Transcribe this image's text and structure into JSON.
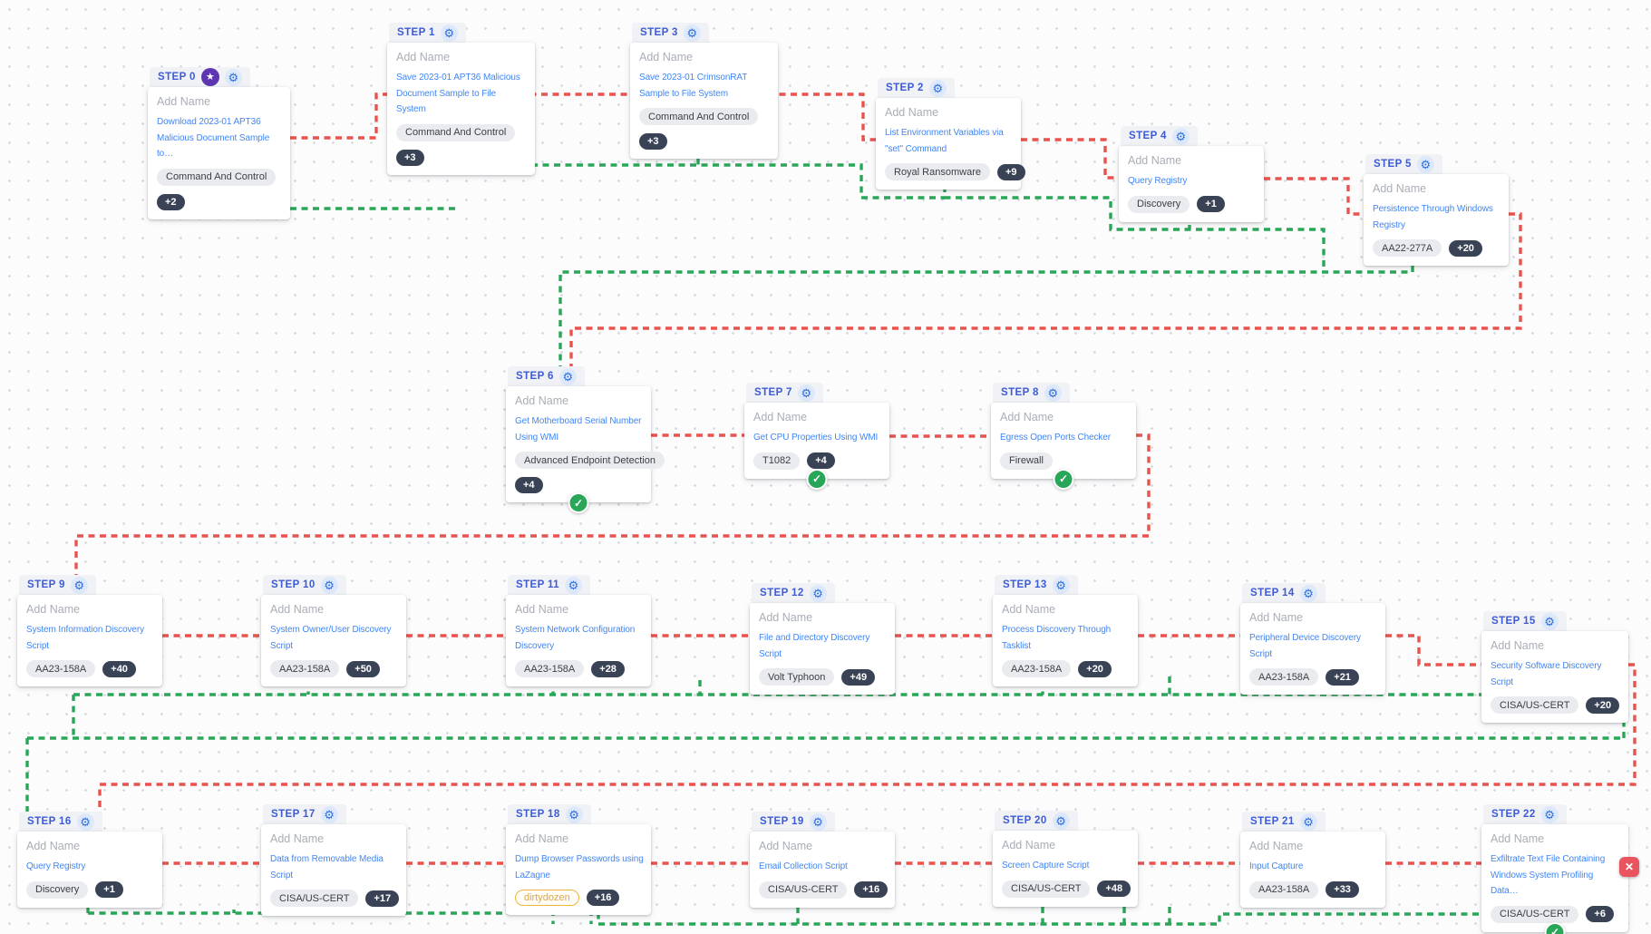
{
  "app": "adversary-emulation-flow-editor",
  "colors": {
    "success_link": "#2aa659",
    "failure_link": "#e8534e",
    "step_label": "#3d5bd7",
    "action_link": "#4186f5",
    "badge_bg": "#3a4356",
    "star_badge": "#5d35b0",
    "warning_tag": "#e0a63c"
  },
  "steps": [
    {
      "label": "STEP 0",
      "name_placeholder": "Add Name",
      "action": "Download 2023-01 APT36 Malicious Document Sample to…",
      "tag": "Command And Control",
      "more_count": "+2"
    },
    {
      "label": "STEP 1",
      "name_placeholder": "Add Name",
      "action": "Save 2023-01 APT36 Malicious Document Sample to File System",
      "tag": "Command And Control",
      "more_count": "+3"
    },
    {
      "label": "STEP 2",
      "name_placeholder": "Add Name",
      "action": "List Environment Variables via \"set\" Command",
      "tag": "Royal Ransomware",
      "more_count": "+9"
    },
    {
      "label": "STEP 3",
      "name_placeholder": "Add Name",
      "action": "Save 2023-01 CrimsonRAT Sample to File System",
      "tag": "Command And Control",
      "more_count": "+3"
    },
    {
      "label": "STEP 4",
      "name_placeholder": "Add Name",
      "action": "Query Registry",
      "tag": "Discovery",
      "more_count": "+1"
    },
    {
      "label": "STEP 5",
      "name_placeholder": "Add Name",
      "action": "Persistence Through Windows Registry",
      "tag": "AA22-277A",
      "more_count": "+20"
    },
    {
      "label": "STEP 6",
      "name_placeholder": "Add Name",
      "action": "Get Motherboard Serial Number Using WMI",
      "tag": "Advanced Endpoint Detection",
      "more_count": "+4"
    },
    {
      "label": "STEP 7",
      "name_placeholder": "Add Name",
      "action": "Get CPU Properties Using WMI",
      "tag": "T1082",
      "more_count": "+4"
    },
    {
      "label": "STEP 8",
      "name_placeholder": "Add Name",
      "action": "Egress Open Ports Checker",
      "tag": "Firewall",
      "more_count": null
    },
    {
      "label": "STEP 9",
      "name_placeholder": "Add Name",
      "action": "System Information Discovery Script",
      "tag": "AA23-158A",
      "more_count": "+40"
    },
    {
      "label": "STEP 10",
      "name_placeholder": "Add Name",
      "action": "System Owner/User Discovery Script",
      "tag": "AA23-158A",
      "more_count": "+50"
    },
    {
      "label": "STEP 11",
      "name_placeholder": "Add Name",
      "action": "System Network Configuration Discovery",
      "tag": "AA23-158A",
      "more_count": "+28"
    },
    {
      "label": "STEP 12",
      "name_placeholder": "Add Name",
      "action": "File and Directory Discovery Script",
      "tag": "Volt Typhoon",
      "more_count": "+49"
    },
    {
      "label": "STEP 13",
      "name_placeholder": "Add Name",
      "action": "Process Discovery Through Tasklist",
      "tag": "AA23-158A",
      "more_count": "+20"
    },
    {
      "label": "STEP 14",
      "name_placeholder": "Add Name",
      "action": "Peripheral Device Discovery Script",
      "tag": "AA23-158A",
      "more_count": "+21"
    },
    {
      "label": "STEP 15",
      "name_placeholder": "Add Name",
      "action": "Security Software Discovery Script",
      "tag": "CISA/US-CERT",
      "more_count": "+20"
    },
    {
      "label": "STEP 16",
      "name_placeholder": "Add Name",
      "action": "Query Registry",
      "tag": "Discovery",
      "more_count": "+1"
    },
    {
      "label": "STEP 17",
      "name_placeholder": "Add Name",
      "action": "Data from Removable Media Script",
      "tag": "CISA/US-CERT",
      "more_count": "+17"
    },
    {
      "label": "STEP 18",
      "name_placeholder": "Add Name",
      "action": "Dump Browser Passwords using LaZagne",
      "tag": "dirtydozen",
      "more_count": "+16"
    },
    {
      "label": "STEP 19",
      "name_placeholder": "Add Name",
      "action": "Email Collection Script",
      "tag": "CISA/US-CERT",
      "more_count": "+16"
    },
    {
      "label": "STEP 20",
      "name_placeholder": "Add Name",
      "action": "Screen Capture Script",
      "tag": "CISA/US-CERT",
      "more_count": "+48"
    },
    {
      "label": "STEP 21",
      "name_placeholder": "Add Name",
      "action": "Input Capture",
      "tag": "AA23-158A",
      "more_count": "+33"
    },
    {
      "label": "STEP 22",
      "name_placeholder": "Add Name",
      "action": "Exfiltrate Text File Containing Windows System Profiling Data…",
      "tag": "CISA/US-CERT",
      "more_count": "+6"
    }
  ]
}
